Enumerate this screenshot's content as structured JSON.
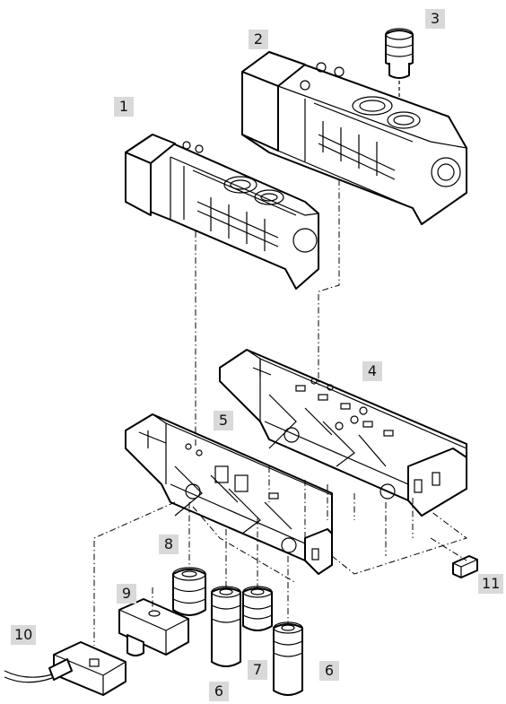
{
  "labels": {
    "l1": "1",
    "l2": "2",
    "l3": "3",
    "l4": "4",
    "l5": "5",
    "l6a": "6",
    "l6b": "6",
    "l7": "7",
    "l8": "8",
    "l9": "9",
    "l10": "10",
    "l11": "11"
  },
  "colors": {
    "label_bg": "#d9d9d9",
    "ink": "#000000"
  }
}
